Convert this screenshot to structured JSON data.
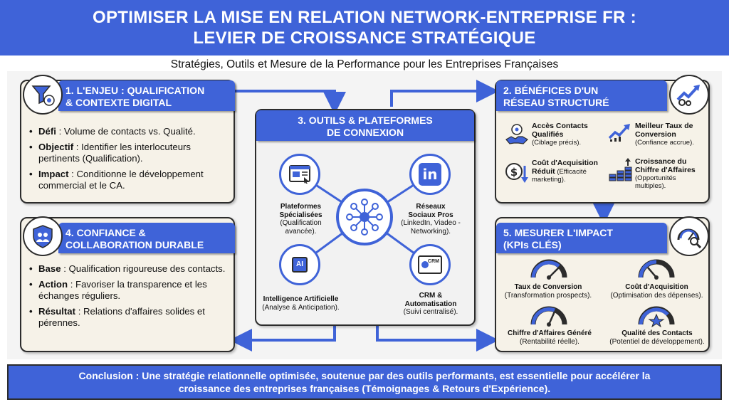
{
  "header": {
    "line1": "OPTIMISER LA MISE EN RELATION NETWORK-ENTREPRISE FR :",
    "line2": "LEVIER DE CROISSANCE STRATÉGIQUE"
  },
  "subtitle": "Stratégies, Outils et Mesure de la Performance pour les Entreprises Françaises",
  "colors": {
    "primary": "#3f63d8",
    "card_bg": "#f6f2e8",
    "outline": "#2c2c2c"
  },
  "card1": {
    "title_line1": "1. L'ENJEU : QUALIFICATION",
    "title_line2": "& CONTEXTE DIGITAL",
    "icon": "funnel-target-icon",
    "items": [
      {
        "label": "Défi",
        "text": " : Volume de contacts vs. Qualité."
      },
      {
        "label": "Objectif",
        "text": " : Identifier les interlocuteurs pertinents (Qualification)."
      },
      {
        "label": "Impact",
        "text": " : Conditionne le développement commercial et le CA."
      }
    ]
  },
  "card4": {
    "title_line1": "4. CONFIANCE &",
    "title_line2": "COLLABORATION DURABLE",
    "icon": "shield-handshake-icon",
    "items": [
      {
        "label": "Base",
        "text": " : Qualification rigoureuse des contacts."
      },
      {
        "label": "Action",
        "text": " : Favoriser la transparence et les échanges réguliers."
      },
      {
        "label": "Résultat",
        "text": " : Relations d'affaires solides et pérennes."
      }
    ]
  },
  "card3": {
    "title_line1": "3. OUTILS & PLATEFORMES",
    "title_line2": "DE CONNEXION",
    "hub_icon": "network-hub-icon",
    "tools": [
      {
        "title1": "Plateformes",
        "title2": "Spécialisées",
        "sub1": "(Qualification",
        "sub2": "avancée).",
        "icon": "web-platform-icon"
      },
      {
        "title1": "Réseaux",
        "title2": "Sociaux Pros",
        "sub1": "(LinkedIn, Viadeo -",
        "sub2": "Networking).",
        "icon": "linkedin-icon"
      },
      {
        "title1": "Intelligence Artificielle",
        "title2": "",
        "sub1": "(Analyse & Anticipation).",
        "sub2": "",
        "icon": "ai-chip-icon"
      },
      {
        "title1": "CRM &",
        "title2": "Automatisation",
        "sub1": "(Suivi centralisé).",
        "sub2": "",
        "icon": "crm-icon"
      }
    ],
    "linkedin_glyph": "in",
    "ai_glyph": "AI",
    "crm_glyph": "CRM"
  },
  "card2": {
    "title_line1": "2. BÉNÉFICES D'UN",
    "title_line2": "RÉSEAU STRUCTURÉ",
    "icon": "growth-chart-gear-icon",
    "benefits": [
      {
        "t1": "Accès Contacts",
        "t2": "Qualifiés",
        "sub1": "(Ciblage précis).",
        "sub2": "",
        "icon": "handshake-icon"
      },
      {
        "t1": "Meilleur Taux de",
        "t2": "Conversion",
        "sub1": "(Confiance accrue).",
        "sub2": "",
        "icon": "trend-up-icon"
      },
      {
        "t1": "Coût d'Acquisition",
        "t2": "Réduit",
        "sub1": "(Efficacité",
        "sub2": "marketing).",
        "icon": "dollar-down-icon"
      },
      {
        "t1": "Croissance du",
        "t2": "Chiffre d'Affaires",
        "sub1": "(Opportunités",
        "sub2": "multiples).",
        "icon": "coins-growth-icon"
      }
    ]
  },
  "card5": {
    "title_line1": "5. MESURER L'IMPACT",
    "title_line2": "(KPIs CLÉS)",
    "icon": "gauge-magnifier-icon",
    "kpis": [
      {
        "title": "Taux de Conversion",
        "sub": "(Transformation prospects).",
        "icon": "gauge-icon"
      },
      {
        "title": "Coût d'Acquisition",
        "sub": "(Optimisation des dépenses).",
        "icon": "gauge-icon"
      },
      {
        "title": "Chiffre d'Affaires Généré",
        "sub": "(Rentabilité réelle).",
        "icon": "gauge-icon"
      },
      {
        "title": "Qualité des Contacts",
        "sub": "(Potentiel de développement).",
        "icon": "gauge-star-icon"
      }
    ]
  },
  "conclusion": {
    "line1": "Conclusion : Une stratégie relationnelle optimisée, soutenue par des outils performants, est essentielle pour accélérer la",
    "line2": "croissance des entreprises françaises (Témoignages & Retours d'Expérience)."
  }
}
